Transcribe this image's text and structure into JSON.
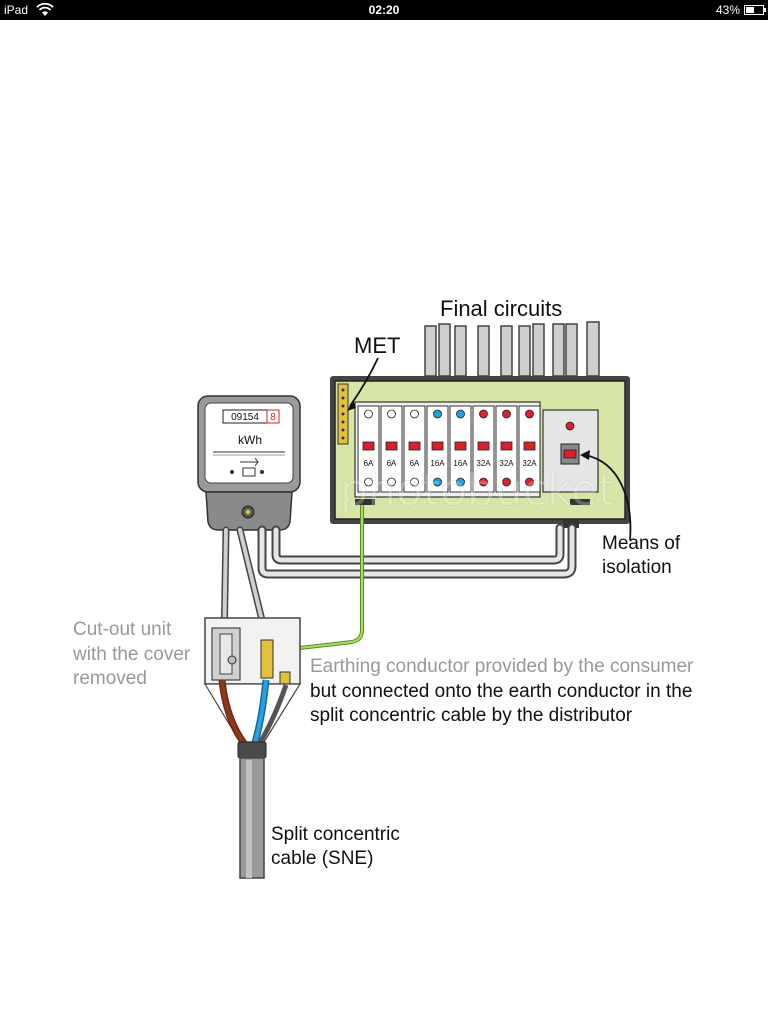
{
  "status_bar": {
    "device": "iPad",
    "time": "02:20",
    "battery": "43%"
  },
  "diagram": {
    "labels": {
      "final_circuits": "Final circuits",
      "met": "MET",
      "means_of_isolation_1": "Means of",
      "means_of_isolation_2": "isolation",
      "cutout_1": "Cut-out unit",
      "cutout_2": "with the cover",
      "cutout_3": "removed",
      "earthing_1": "Earthing conductor provided by the consumer",
      "earthing_2": "but connected onto the earth conductor in the",
      "earthing_3": "split concentric cable by the distributor",
      "cable_1": "Split concentric",
      "cable_2": "cable (SNE)"
    },
    "meter": {
      "reading": "09154",
      "last_digit": "8",
      "unit": "kWh"
    },
    "breakers": [
      {
        "rating": "6A",
        "color": "#ffffff"
      },
      {
        "rating": "6A",
        "color": "#ffffff"
      },
      {
        "rating": "6A",
        "color": "#ffffff"
      },
      {
        "rating": "16A",
        "color": "#1fa0e0"
      },
      {
        "rating": "16A",
        "color": "#1fa0e0"
      },
      {
        "rating": "32A",
        "color": "#e0202a"
      },
      {
        "rating": "32A",
        "color": "#e0202a"
      },
      {
        "rating": "32A",
        "color": "#e0202a"
      }
    ],
    "colors": {
      "board_green": "#d7e6a6",
      "earth_green": "#8ed13f",
      "brown": "#8a3a1c",
      "blue": "#2aa0e0",
      "red": "#d9202a"
    }
  }
}
